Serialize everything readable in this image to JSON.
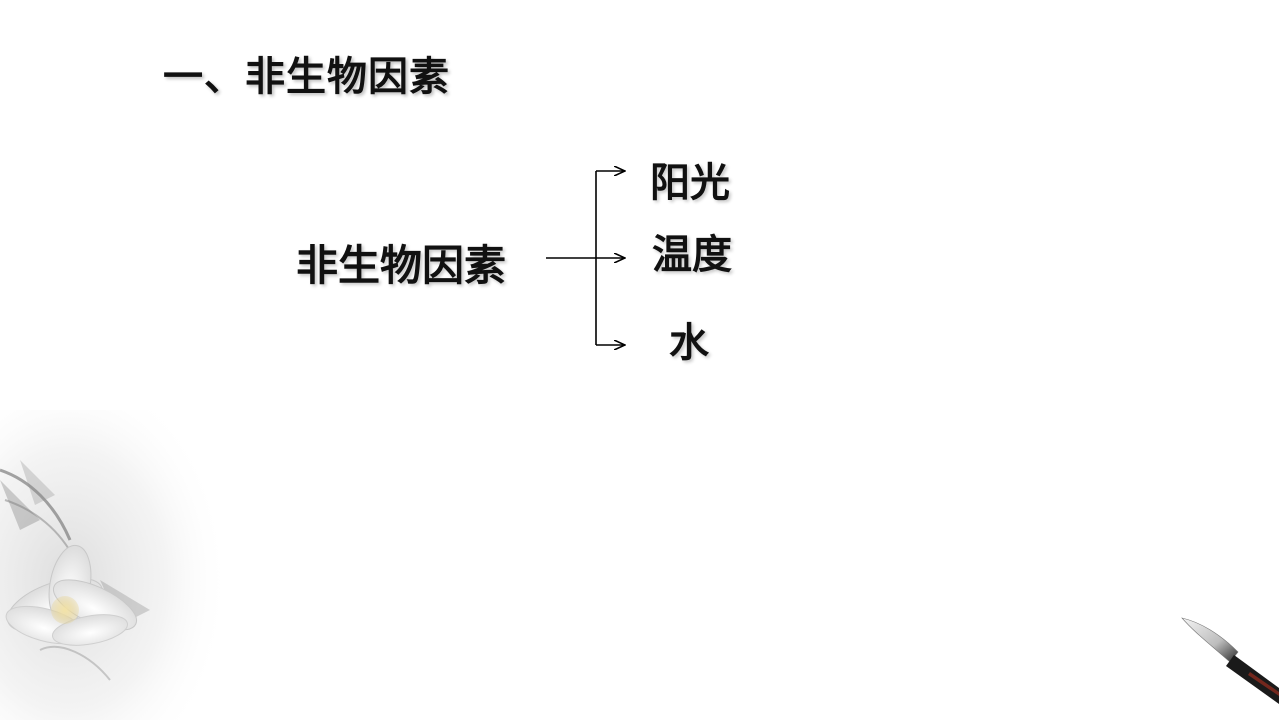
{
  "slide": {
    "title": "一、非生物因素"
  },
  "diagram": {
    "root": "非生物因素",
    "branches": [
      {
        "label": "阳光"
      },
      {
        "label": "温度"
      },
      {
        "label": "水"
      }
    ]
  },
  "colors": {
    "text": "#111111",
    "line": "#000000",
    "background": "#ffffff"
  },
  "decorations": {
    "bottom_left": "lotus-flower-ink-painting",
    "bottom_right": "calligraphy-brush"
  }
}
